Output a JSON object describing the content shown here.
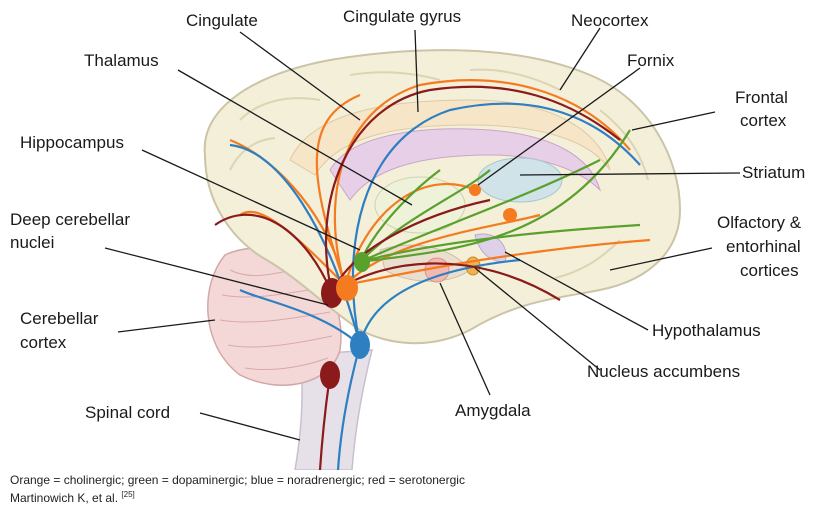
{
  "labels": {
    "cingulate": "Cingulate",
    "cingulate_gyrus": "Cingulate gyrus",
    "neocortex": "Neocortex",
    "thalamus": "Thalamus",
    "fornix": "Fornix",
    "frontal_cortex_1": "Frontal",
    "frontal_cortex_2": "cortex",
    "hippocampus": "Hippocampus",
    "striatum": "Striatum",
    "deep_cerebellar_nuclei_1": "Deep cerebellar",
    "deep_cerebellar_nuclei_2": "nuclei",
    "olfactory_1": "Olfactory &",
    "olfactory_2": "entorhinal",
    "olfactory_3": "cortices",
    "cerebellar_cortex_1": "Cerebellar",
    "cerebellar_cortex_2": "cortex",
    "hypothalamus": "Hypothalamus",
    "nucleus_accumbens": "Nucleus accumbens",
    "spinal_cord": "Spinal cord",
    "amygdala": "Amygdala"
  },
  "caption": {
    "legend": "Orange = cholinergic; green = dopaminergic; blue = noradrenergic; red = serotonergic",
    "citation": "Martinowich K, et al.",
    "citation_ref": "[25]"
  },
  "colors": {
    "cholinergic": "#f47b20",
    "dopaminergic": "#5aa02c",
    "noradrenergic": "#2d7fc1",
    "serotonergic": "#8b1a1a",
    "brain": "#f3efd9",
    "brain_outline": "#cbc4a6",
    "cerebellum": "#f4d8d8"
  }
}
